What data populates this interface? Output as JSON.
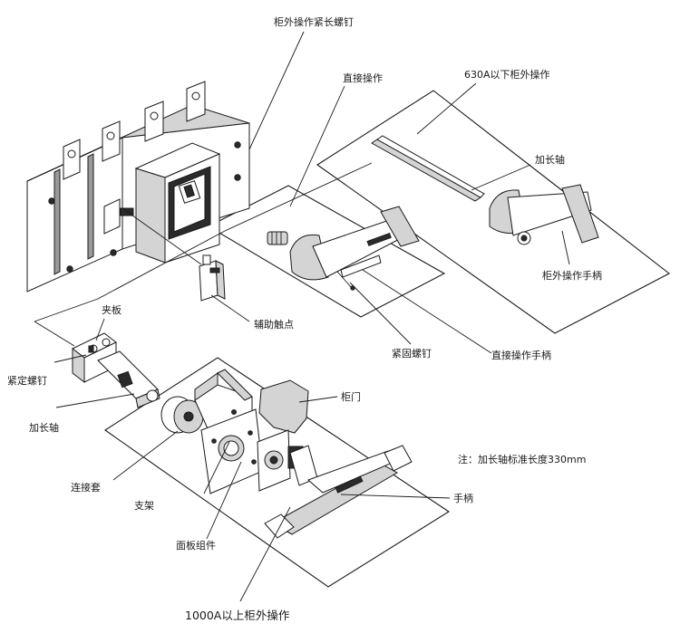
{
  "labels": {
    "cabinet_screw": "柜外操作紧长螺钉",
    "direct_op": "直接操作",
    "op_630a": "630A以下柜外操作",
    "ext_shaft_top": "加长轴",
    "ext_handle_top": "柜外操作手柄",
    "aux_contact": "辅助触点",
    "clamp_plate": "夹板",
    "set_screw": "紧定螺钉",
    "ext_shaft_left": "加长轴",
    "fasten_screw": "紧固螺钉",
    "direct_handle": "直接操作手柄",
    "cabinet_door": "柜门",
    "note": "注：加长轴标准长度330mm",
    "coupling": "连接套",
    "bracket": "支架",
    "handle": "手柄",
    "panel_assembly": "面板组件",
    "op_1000a": "1000A以上柜外操作"
  }
}
